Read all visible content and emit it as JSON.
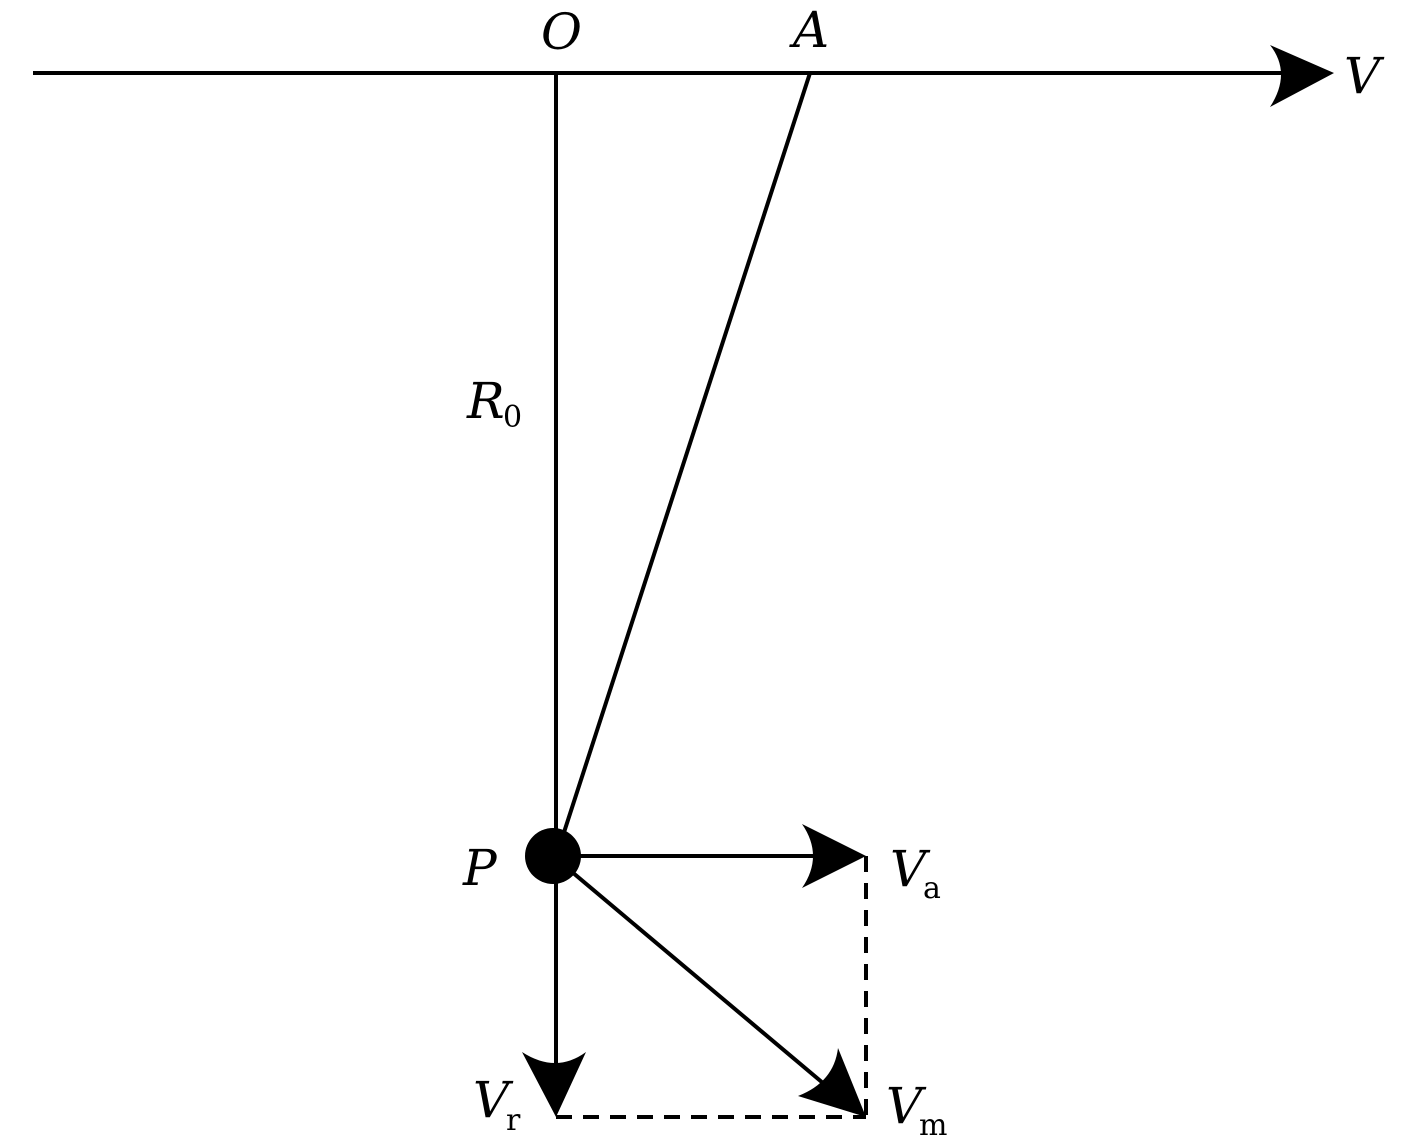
{
  "diagram": {
    "labels": {
      "O": "O",
      "A": "A",
      "V": "V",
      "R0_main": "R",
      "R0_sub": "0",
      "P": "P",
      "Va_main": "V",
      "Va_sub": "a",
      "Vr_main": "V",
      "Vr_sub": "r",
      "Vm_main": "V",
      "Vm_sub": "m"
    },
    "colors": {
      "stroke": "#000000",
      "background": "#ffffff"
    }
  }
}
